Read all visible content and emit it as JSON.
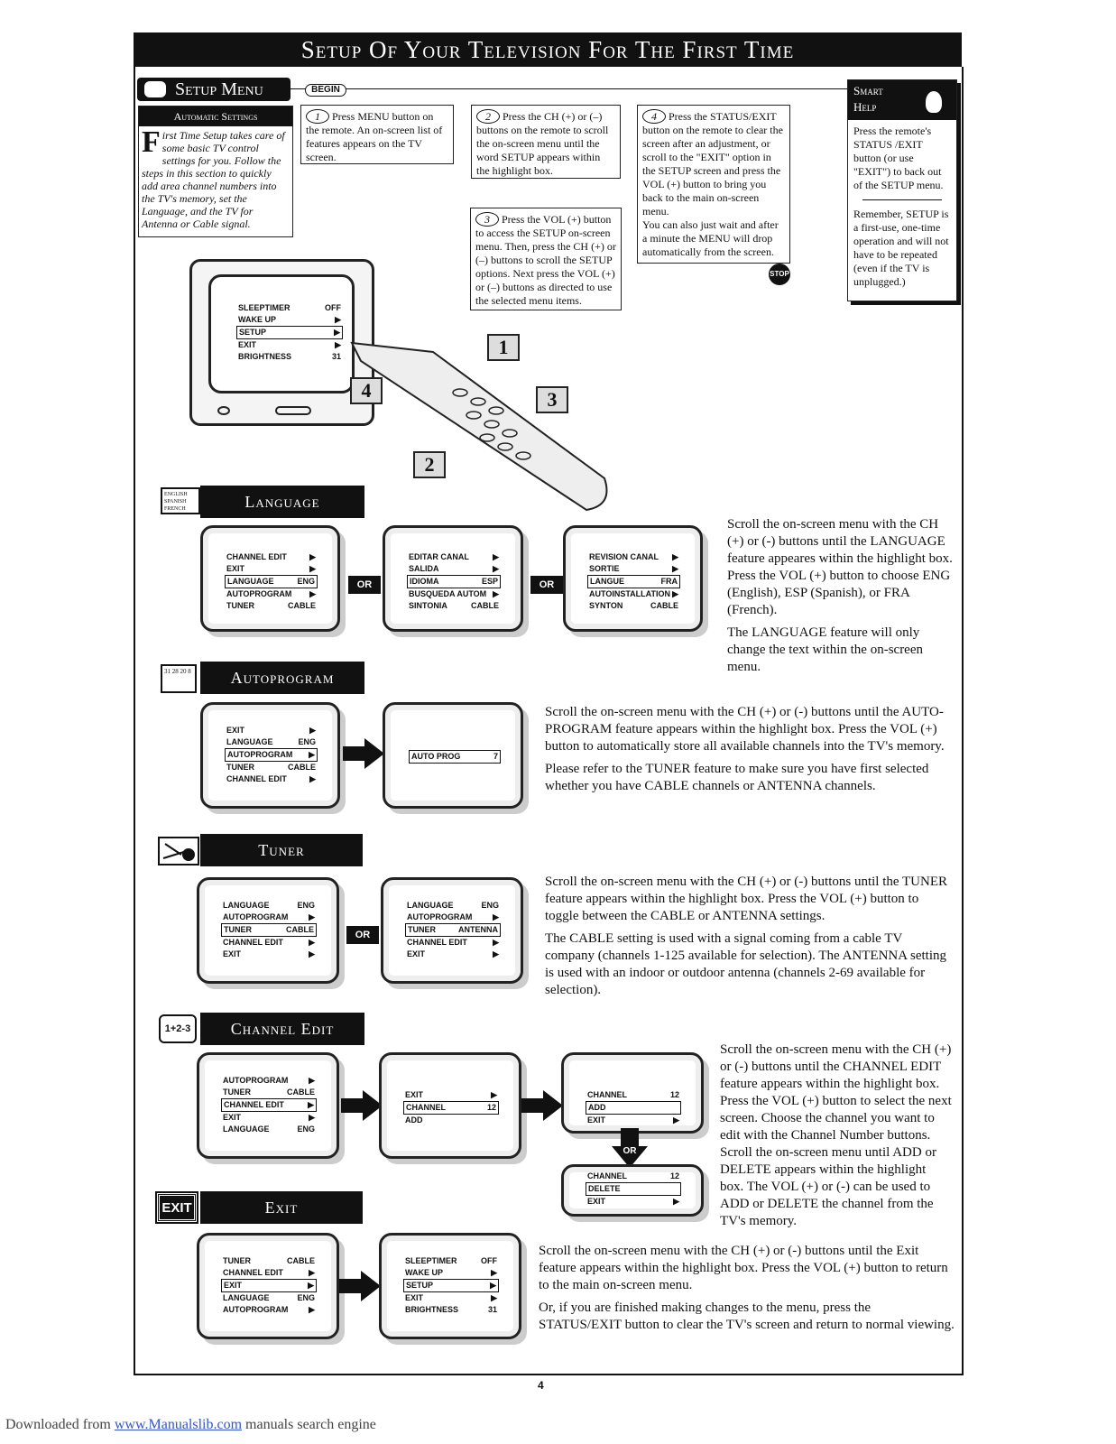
{
  "page": {
    "title": "Setup Of Your Television For The First Time",
    "page_number": "4"
  },
  "setup_menu": {
    "title": "Setup Menu",
    "begin_label": "BEGIN",
    "auto_settings_title": "Automatic Settings",
    "drop_cap": "F",
    "intro_text": "irst Time Setup takes care of some basic TV control settings for you. Follow the steps in this section to quickly add area channel numbers into the TV's memory, set the Language, and the TV for Antenna or Cable signal.",
    "step1_num": "1",
    "step1_text": "Press MENU button on the remote. An on-screen list of features appears on the TV screen.",
    "step2_num": "2",
    "step2_text": "Press the CH (+) or (–) buttons on the remote to scroll the on-screen menu until the word SETUP appears within the highlight box.",
    "step3_num": "3",
    "step3_text": "Press the VOL (+) button to access the SETUP on-screen menu. Then, press the CH (+) or (–) buttons to scroll the SETUP options. Next press the VOL (+) or (–) buttons as directed to use the selected menu items.",
    "step4_num": "4",
    "step4_text": "Press the STATUS/EXIT button on the remote to clear the screen after an adjustment, or scroll to the \"EXIT\" option in the SETUP screen and press the VOL (+) button to bring you back to the main on-screen menu.",
    "step4_extra": "You can also just wait and after a minute the MENU will drop automatically from the screen.",
    "stop_label": "STOP"
  },
  "smart_help": {
    "title1": "Smart",
    "title2": "Help",
    "text1": "Press the remote's STATUS /EXIT button (or use \"EXIT\") to back out of the SETUP menu.",
    "text2": "Remember, SETUP is a first-use, one-time operation and will not have to be repeated (even if the TV is unplugged.)"
  },
  "main_tv": {
    "rows": [
      {
        "label": "SLEEPTIMER",
        "value": "OFF"
      },
      {
        "label": "WAKE UP",
        "value": "▶"
      },
      {
        "label": "SETUP",
        "value": "▶"
      },
      {
        "label": "EXIT",
        "value": "▶"
      },
      {
        "label": "BRIGHTNESS",
        "value": "31"
      }
    ],
    "callouts": [
      "1",
      "2",
      "3",
      "4"
    ]
  },
  "language": {
    "title": "Language",
    "icon_text": "ENGLISH SPANISH FRENCH",
    "or_label": "OR",
    "screen1": [
      {
        "label": "CHANNEL EDIT",
        "value": "▶"
      },
      {
        "label": "EXIT",
        "value": "▶"
      },
      {
        "label": "LANGUAGE",
        "value": "ENG"
      },
      {
        "label": "AUTOPROGRAM",
        "value": "▶"
      },
      {
        "label": "TUNER",
        "value": "CABLE"
      }
    ],
    "screen2": [
      {
        "label": "EDITAR CANAL",
        "value": "▶"
      },
      {
        "label": "SALIDA",
        "value": "▶"
      },
      {
        "label": "IDIOMA",
        "value": "ESP"
      },
      {
        "label": "BUSQUEDA AUTOM",
        "value": "▶"
      },
      {
        "label": "SINTONIA",
        "value": "CABLE"
      }
    ],
    "screen3": [
      {
        "label": "REVISION CANAL",
        "value": "▶"
      },
      {
        "label": "SORTIE",
        "value": "▶"
      },
      {
        "label": "LANGUE",
        "value": "FRA"
      },
      {
        "label": "AUTOINSTALLATION",
        "value": "▶"
      },
      {
        "label": "SYNTON",
        "value": "CABLE"
      }
    ],
    "desc1": "Scroll the on-screen menu with the CH (+) or (-) buttons until the LANGUAGE feature appeares within the highlight box. Press the VOL (+) button to choose ENG (English), ESP (Spanish), or FRA (French).",
    "desc2": "The LANGUAGE feature will only change the text within the on-screen menu."
  },
  "autoprogram": {
    "title": "Autoprogram",
    "icon_text": "31 28 20 8",
    "screen1": [
      {
        "label": "EXIT",
        "value": "▶"
      },
      {
        "label": "LANGUAGE",
        "value": "ENG"
      },
      {
        "label": "AUTOPROGRAM",
        "value": "▶"
      },
      {
        "label": "TUNER",
        "value": "CABLE"
      },
      {
        "label": "CHANNEL EDIT",
        "value": "▶"
      }
    ],
    "screen2_label": "AUTO PROG",
    "screen2_value": "7",
    "desc1": "Scroll the on-screen menu with the CH (+) or (-) buttons until the AUTO-PROGRAM feature appears within the highlight box. Press the VOL (+) button to automatically store all available channels into the TV's memory.",
    "desc2": "Please refer to the TUNER feature to make sure you have first selected whether you have CABLE channels or ANTENNA channels."
  },
  "tuner": {
    "title": "Tuner",
    "or_label": "OR",
    "screen1": [
      {
        "label": "LANGUAGE",
        "value": "ENG"
      },
      {
        "label": "AUTOPROGRAM",
        "value": "▶"
      },
      {
        "label": "TUNER",
        "value": "CABLE"
      },
      {
        "label": "CHANNEL EDIT",
        "value": "▶"
      },
      {
        "label": "EXIT",
        "value": "▶"
      }
    ],
    "screen2": [
      {
        "label": "LANGUAGE",
        "value": "ENG"
      },
      {
        "label": "AUTOPROGRAM",
        "value": "▶"
      },
      {
        "label": "TUNER",
        "value": "ANTENNA"
      },
      {
        "label": "CHANNEL EDIT",
        "value": "▶"
      },
      {
        "label": "EXIT",
        "value": "▶"
      }
    ],
    "desc1": "Scroll the on-screen menu with the CH (+) or (-) buttons until the TUNER feature appears within the highlight box. Press the VOL (+) button to toggle between the CABLE or ANTENNA settings.",
    "desc2": "The CABLE setting is used with a signal coming from a cable TV company (channels 1-125 available for selection). The ANTENNA setting is used with an indoor or outdoor antenna (channels 2-69 available for selection)."
  },
  "channel_edit": {
    "title": "Channel Edit",
    "icon_text": "1+2-3",
    "or_label": "OR",
    "screen1": [
      {
        "label": "AUTOPROGRAM",
        "value": "▶"
      },
      {
        "label": "TUNER",
        "value": "CABLE"
      },
      {
        "label": "CHANNEL EDIT",
        "value": "▶"
      },
      {
        "label": "EXIT",
        "value": "▶"
      },
      {
        "label": "LANGUAGE",
        "value": "ENG"
      }
    ],
    "screen2": [
      {
        "label": "EXIT",
        "value": "▶"
      },
      {
        "label": "CHANNEL",
        "value": "12"
      },
      {
        "label": "ADD",
        "value": ""
      }
    ],
    "screen3": [
      {
        "label": "CHANNEL",
        "value": "12"
      },
      {
        "label": "ADD",
        "value": ""
      },
      {
        "label": "EXIT",
        "value": "▶"
      }
    ],
    "screen4": [
      {
        "label": "CHANNEL",
        "value": "12"
      },
      {
        "label": "DELETE",
        "value": ""
      },
      {
        "label": "EXIT",
        "value": "▶"
      }
    ],
    "desc": "Scroll the on-screen menu with the CH (+) or (-) buttons until the CHANNEL EDIT feature appears within the highlight box. Press the VOL (+) button to select the next screen. Choose the channel you want to edit with the Channel Number buttons. Scroll the on-screen menu until ADD or DELETE appears within the highlight box. The VOL (+) or (-) can be used to ADD or DELETE the channel from the TV's memory."
  },
  "exit": {
    "title": "Exit",
    "icon_text": "EXIT",
    "screen1": [
      {
        "label": "TUNER",
        "value": "CABLE"
      },
      {
        "label": "CHANNEL EDIT",
        "value": "▶"
      },
      {
        "label": "EXIT",
        "value": "▶"
      },
      {
        "label": "LANGUAGE",
        "value": "ENG"
      },
      {
        "label": "AUTOPROGRAM",
        "value": "▶"
      }
    ],
    "screen2": [
      {
        "label": "SLEEPTIMER",
        "value": "OFF"
      },
      {
        "label": "WAKE UP",
        "value": "▶"
      },
      {
        "label": "SETUP",
        "value": "▶"
      },
      {
        "label": "EXIT",
        "value": "▶"
      },
      {
        "label": "BRIGHTNESS",
        "value": "31"
      }
    ],
    "desc1": "Scroll the on-screen menu with the CH (+) or (-) buttons until the Exit feature appears within the highlight box. Press the VOL (+) button to return to the main on-screen menu.",
    "desc2": "Or, if you are finished making changes to the menu, press the STATUS/EXIT button to clear the TV's screen and return to normal viewing."
  },
  "footer": {
    "prefix": "Downloaded from ",
    "link": "www.Manualslib.com",
    "suffix": " manuals search engine"
  }
}
